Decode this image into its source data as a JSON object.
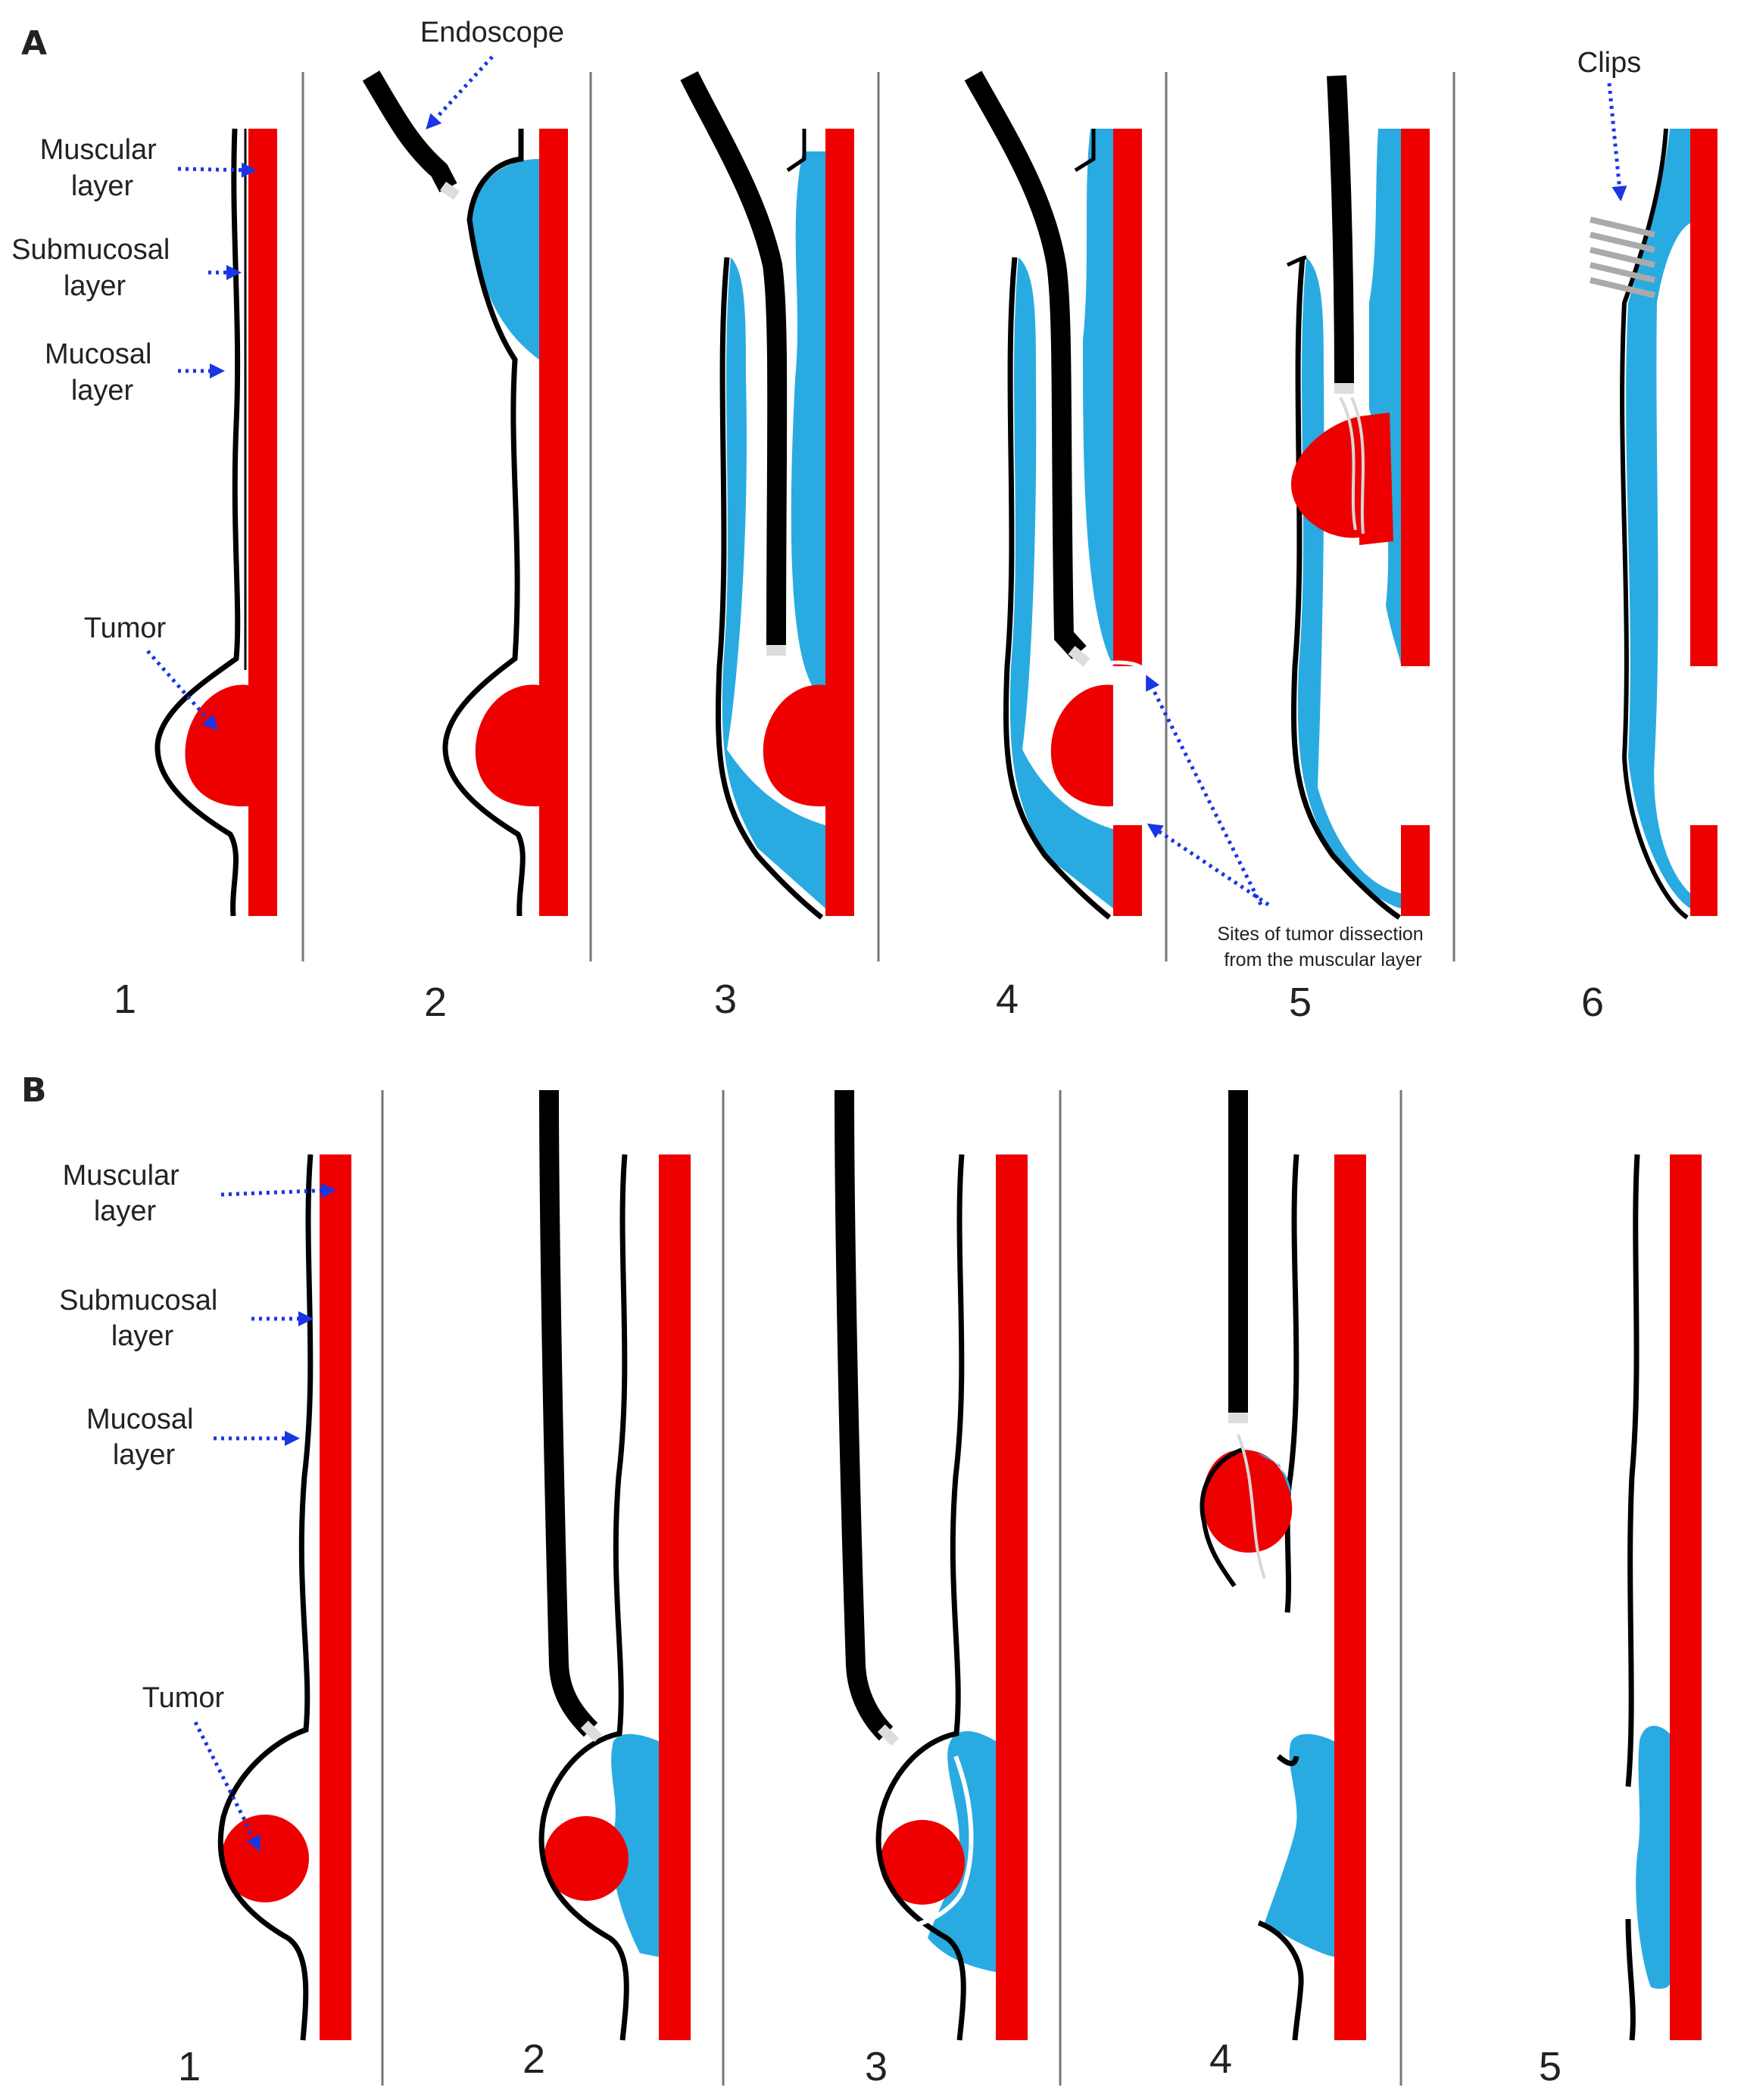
{
  "colors": {
    "muscle": "#ee0000",
    "submucosa": "#29abe2",
    "mucosa": "#000000",
    "arrow": "#1a35e6",
    "divider": "#777777",
    "label": "#222222"
  },
  "panel_a": {
    "letter": "A",
    "labels": {
      "muscular": [
        "Muscular",
        "layer"
      ],
      "submucosal": [
        "Submucosal",
        "layer"
      ],
      "mucosal": [
        "Mucosal",
        "layer"
      ],
      "tumor": "Tumor",
      "endoscope": "Endoscope",
      "clips": "Clips",
      "dissection": [
        "Sites of tumor dissection",
        "from the muscular layer"
      ]
    },
    "steps": [
      "1",
      "2",
      "3",
      "4",
      "5",
      "6"
    ]
  },
  "panel_b": {
    "letter": "B",
    "labels": {
      "muscular": [
        "Muscular",
        "layer"
      ],
      "submucosal": [
        "Submucosal",
        "layer"
      ],
      "mucosal": [
        "Mucosal",
        "layer"
      ],
      "tumor": "Tumor"
    },
    "steps": [
      "1",
      "2",
      "3",
      "4",
      "5"
    ]
  }
}
